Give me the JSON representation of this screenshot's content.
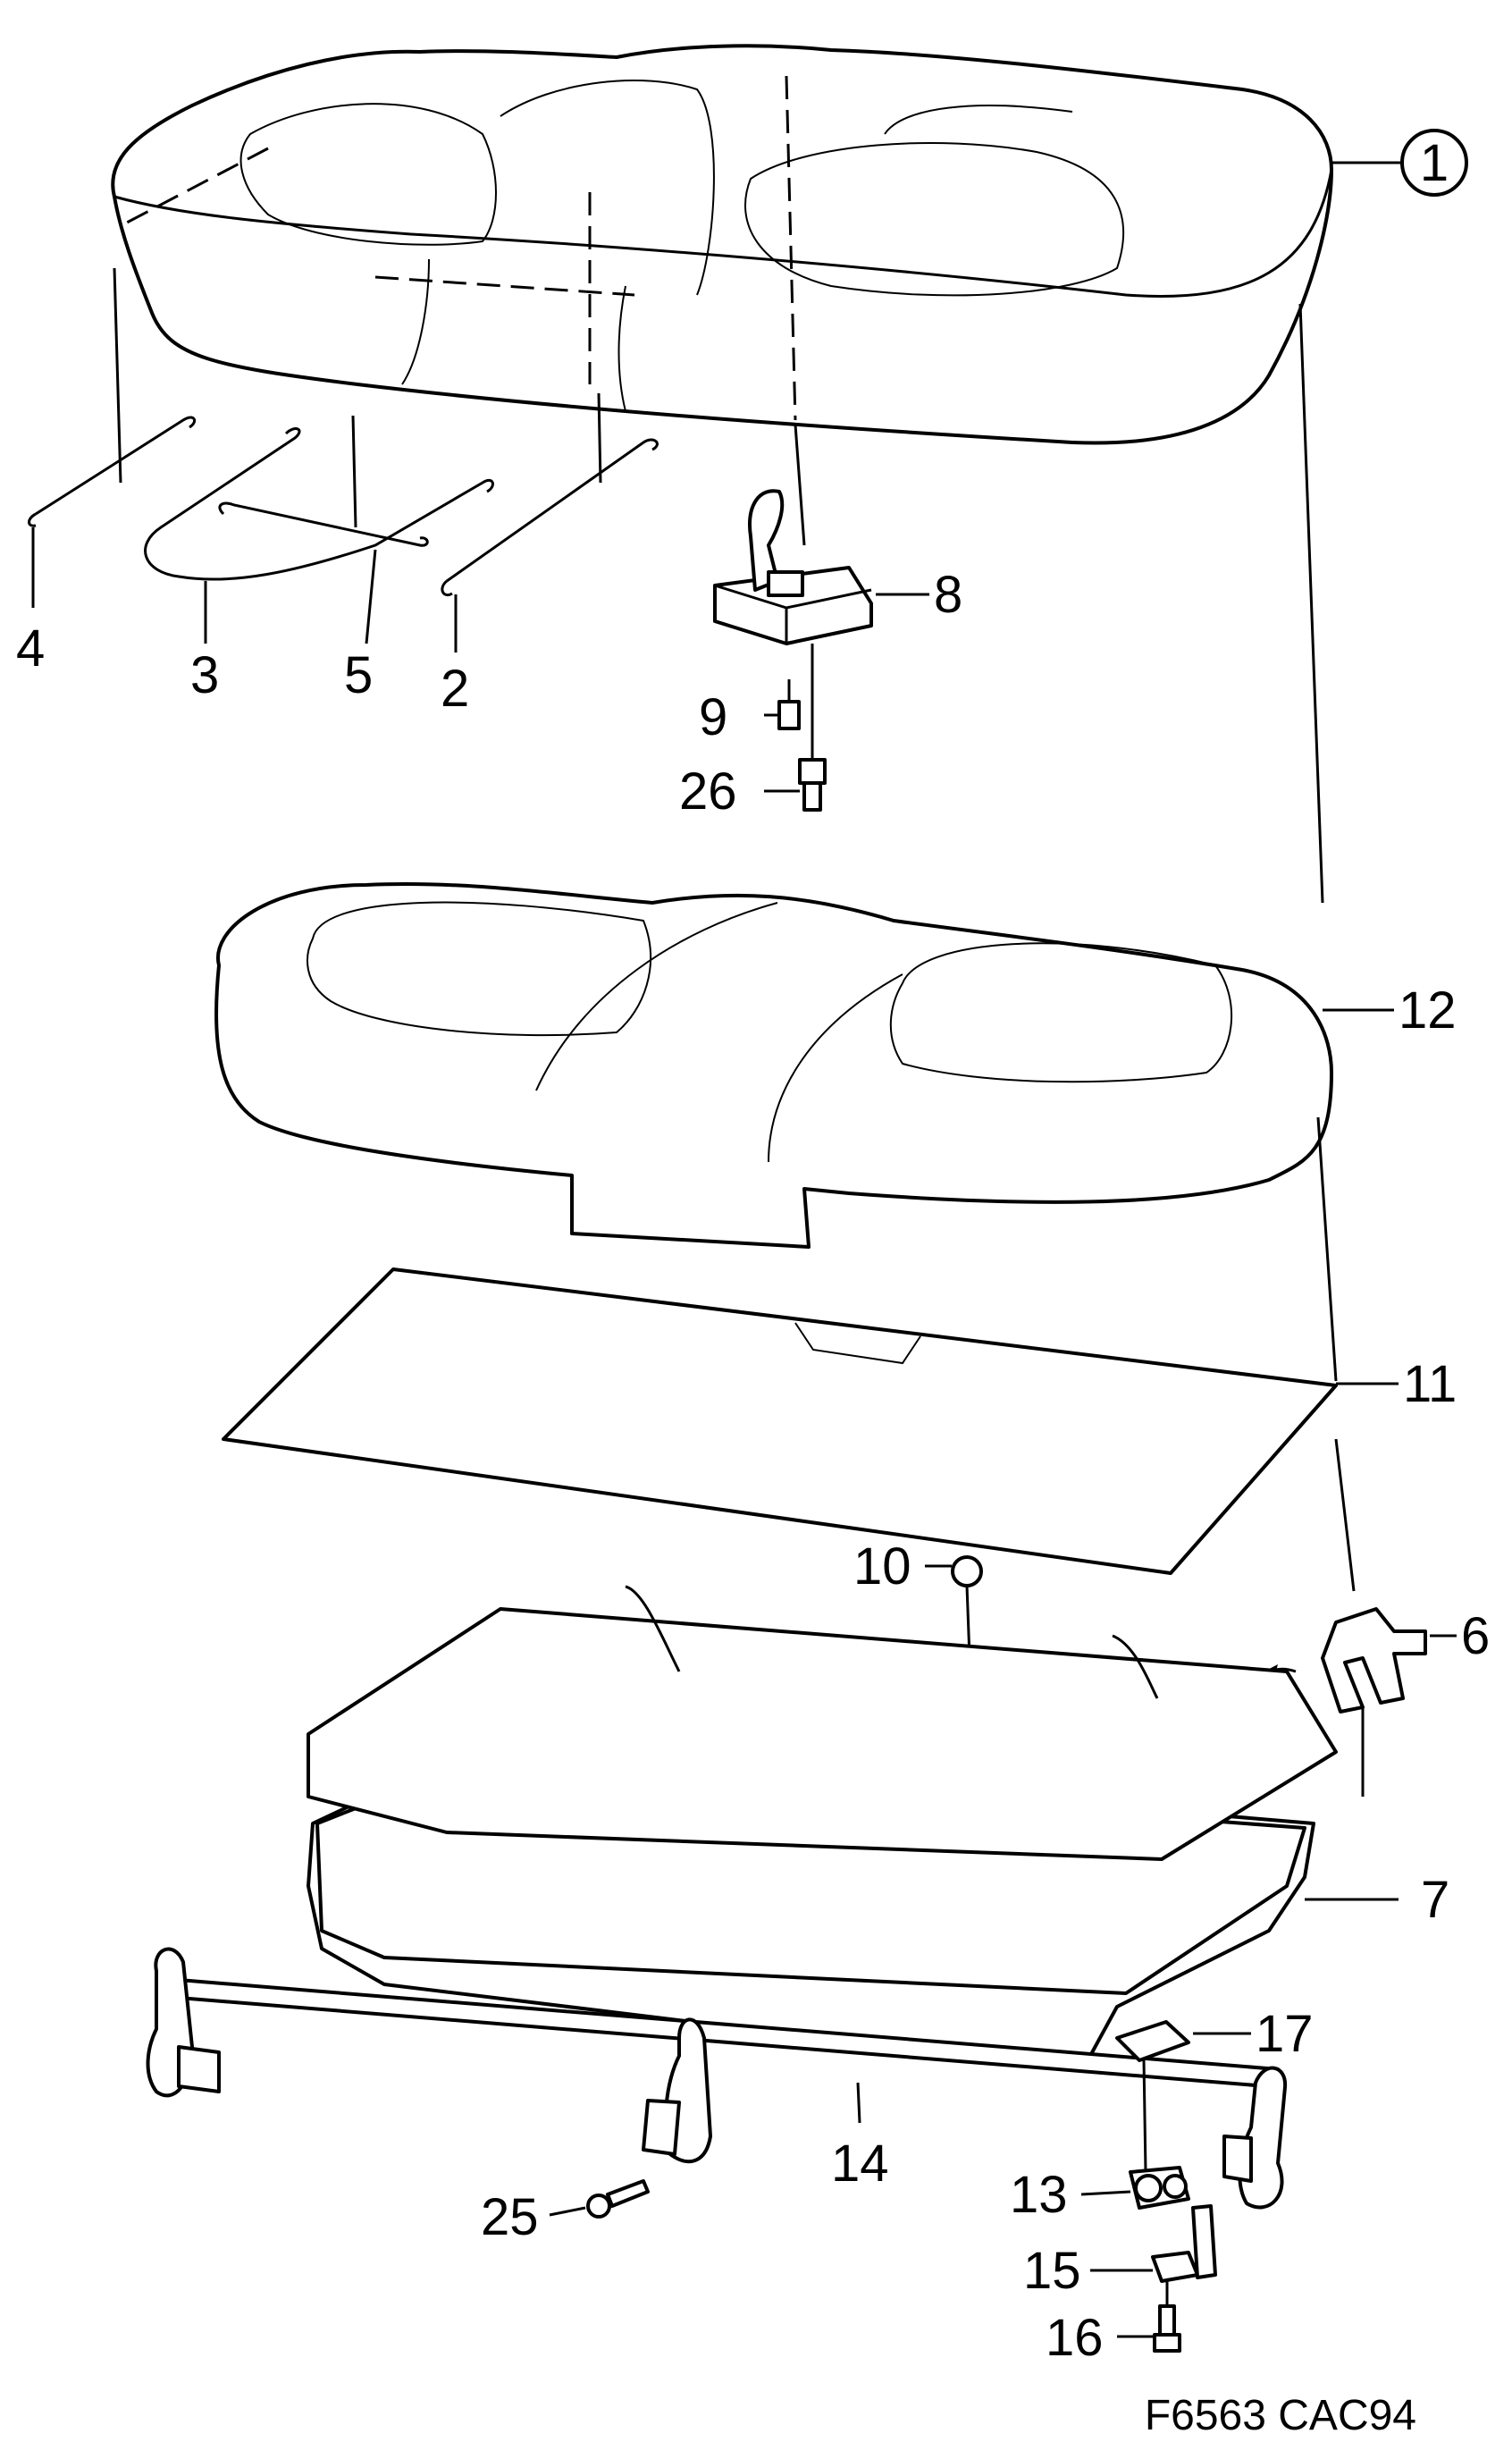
{
  "diagram": {
    "figure_code": "F6563 CAC94",
    "callouts": {
      "c1": "1",
      "c2": "2",
      "c3": "3",
      "c4": "4",
      "c5": "5",
      "c6": "6",
      "c7": "7",
      "c8": "8",
      "c9": "9",
      "c10": "10",
      "c11": "11",
      "c12": "12",
      "c13": "13",
      "c14": "14",
      "c15": "15",
      "c16": "16",
      "c17": "17",
      "c25": "25",
      "c26": "26"
    }
  }
}
